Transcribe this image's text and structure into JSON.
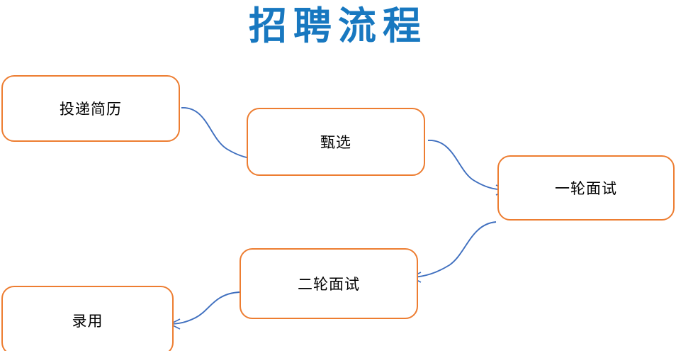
{
  "title": "招聘流程",
  "colors": {
    "title_blue": "#1878C0",
    "node_border_orange": "#ED7D31",
    "node_fill": "#FFFFFF",
    "connector_blue": "#3F6FBF",
    "label_text": "#000000",
    "canvas_background": "#FFFFFF"
  },
  "nodes": [
    {
      "id": "node-1",
      "label": "投递简历",
      "step": 1
    },
    {
      "id": "node-2",
      "label": "甄选",
      "step": 2
    },
    {
      "id": "node-3",
      "label": "一轮面试",
      "step": 3
    },
    {
      "id": "node-4",
      "label": "二轮面试",
      "step": 4
    },
    {
      "id": "node-5",
      "label": "录用",
      "step": 5
    }
  ],
  "connectors": [
    {
      "id": "connector-1",
      "from": "投递简历",
      "to": "甄选",
      "direction": "right",
      "style": "curved-arrow"
    },
    {
      "id": "connector-2",
      "from": "甄选",
      "to": "一轮面试",
      "direction": "right",
      "style": "curved-arrow"
    },
    {
      "id": "connector-3",
      "from": "一轮面试",
      "to": "二轮面试",
      "direction": "left",
      "style": "curved-arrow"
    },
    {
      "id": "connector-4",
      "from": "二轮面试",
      "to": "录用",
      "direction": "left",
      "style": "curved-arrow"
    }
  ]
}
